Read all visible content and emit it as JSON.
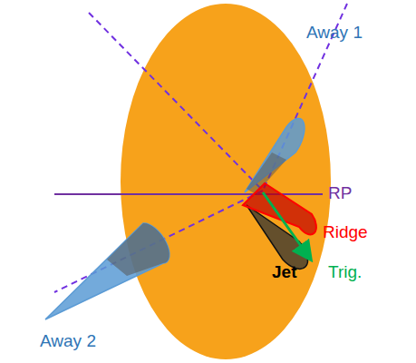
{
  "diagram": {
    "labels": [
      "Away 1",
      "RP",
      "Ridge",
      "Jet",
      "Trig.",
      "Away 2"
    ]
  }
}
